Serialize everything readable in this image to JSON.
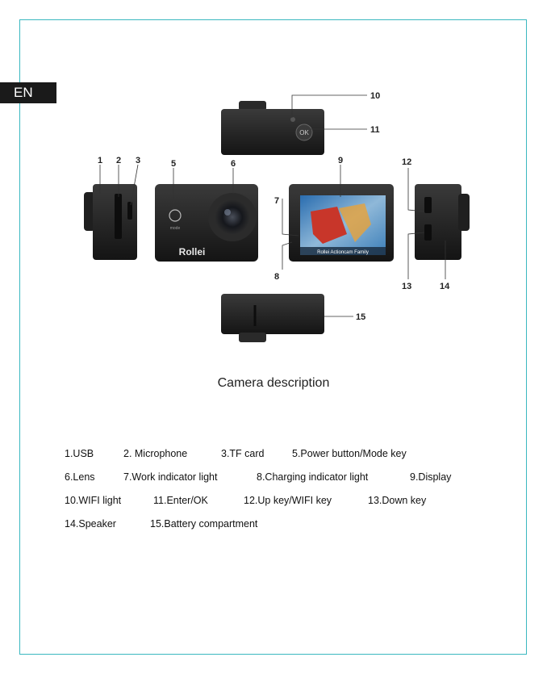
{
  "language_tab": "EN",
  "figure": {
    "callouts": [
      "1",
      "2",
      "3",
      "5",
      "6",
      "7",
      "8",
      "9",
      "10",
      "11",
      "12",
      "13",
      "14",
      "15"
    ],
    "brand_logo": "Rollei",
    "ok_button_label": "OK",
    "power_label": "mode",
    "screen_caption": "Rollei Actioncam Family"
  },
  "caption": "Camera description",
  "legend": {
    "rows": [
      [
        "1.USB",
        "2. Microphone",
        "3.TF card",
        "5.Power button/Mode key"
      ],
      [
        "6.Lens",
        "7.Work indicator light",
        "8.Charging indicator light",
        "9.Display"
      ],
      [
        "10.WIFI light",
        "11.Enter/OK",
        "12.Up key/WIFI key",
        "13.Down key"
      ],
      [
        "14.Speaker",
        "15.Battery compartment"
      ]
    ]
  },
  "colors": {
    "frame_border": "#3ab8c0",
    "tab_background": "#1a1a1a"
  }
}
